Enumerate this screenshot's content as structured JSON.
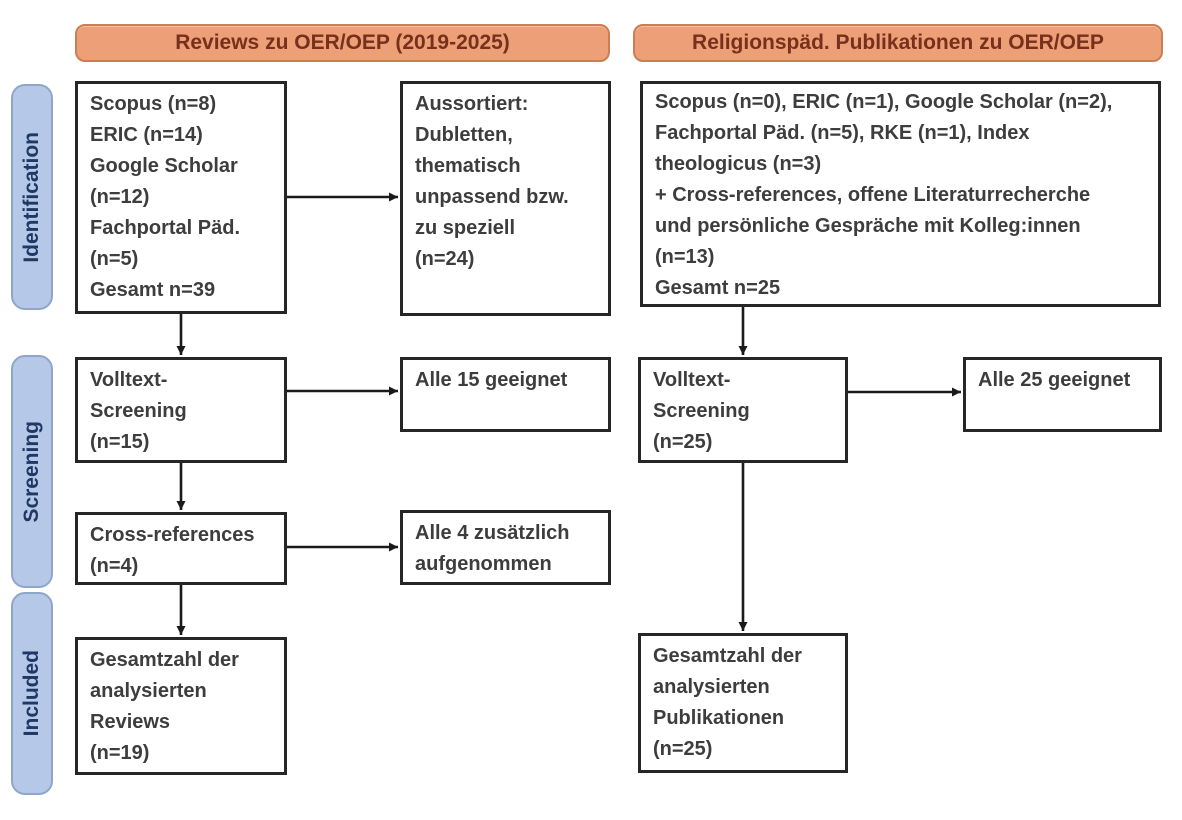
{
  "headers": {
    "left": "Reviews zu OER/OEP (2019-2025)",
    "right": "Religionspäd. Publikationen zu OER/OEP"
  },
  "stages": {
    "identification": "Identification",
    "screening": "Screening",
    "included": "Included"
  },
  "boxes": {
    "left_sources": "Scopus (n=8)\nERIC (n=14)\nGoogle Scholar\n(n=12)\nFachportal Päd.\n(n=5)\nGesamt n=39",
    "left_excluded": "Aussortiert:\nDubletten,\nthematisch\nunpassend bzw.\nzu speziell\n(n=24)",
    "right_sources": "Scopus (n=0), ERIC (n=1), Google Scholar (n=2),\nFachportal Päd. (n=5), RKE (n=1), Index\ntheologicus (n=3)\n+ Cross-references, offene Literaturrecherche\nund persönliche Gespräche mit Kolleg:innen\n(n=13)\nGesamt n=25",
    "left_fulltext": "Volltext-\nScreening\n(n=15)",
    "left_fulltext_result": "Alle 15 geeignet",
    "right_fulltext": "Volltext-\nScreening\n(n=25)",
    "right_fulltext_result": "Alle 25 geeignet",
    "left_crossref": "Cross-references\n(n=4)",
    "left_crossref_result": "Alle 4 zusätzlich\naufgenommen",
    "left_included": "Gesamtzahl der\nanalysierten\nReviews\n(n=19)",
    "right_included": "Gesamtzahl der\nanalysierten\nPublikationen\n(n=25)"
  },
  "colors": {
    "header_fill": "#EDA077",
    "header_border": "#C97E53",
    "header_text": "#76301C",
    "stage_fill": "#B5C8E8",
    "stage_border": "#8FA6CC",
    "stage_text": "#1F3864",
    "box_border": "#262626",
    "box_text": "#3D3D3D",
    "arrow": "#1A1A1A"
  }
}
